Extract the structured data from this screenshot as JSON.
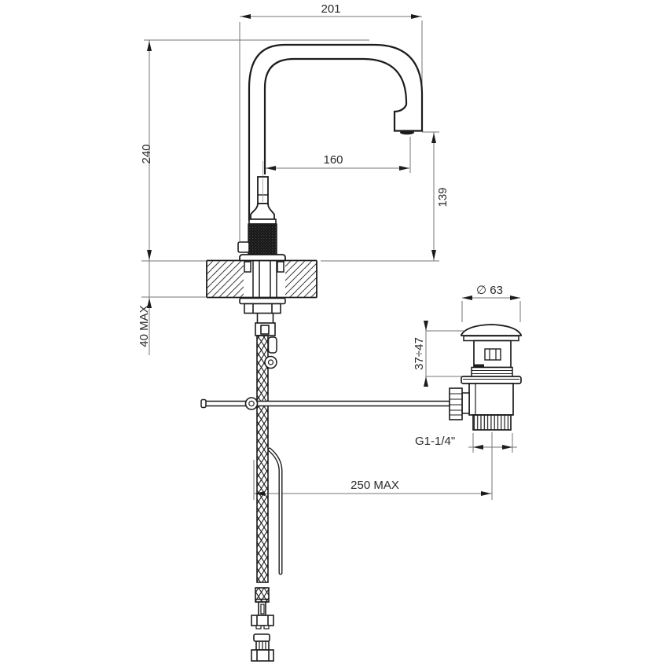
{
  "colors": {
    "background": "#ffffff",
    "object_line": "#1c1c1c",
    "dimension_line": "#767676",
    "text": "#2a2a2a"
  },
  "labels": {
    "dim_spout_width": "201",
    "dim_spout_height": "240",
    "dim_outlet_reach": "160",
    "dim_outlet_height": "139",
    "dim_deck_max": "40 MAX",
    "dim_waste_diameter": "∅ 63",
    "dim_waste_range": "37÷47",
    "dim_waste_thread": "G1-1/4\"",
    "dim_hose_max": "250 MAX"
  }
}
